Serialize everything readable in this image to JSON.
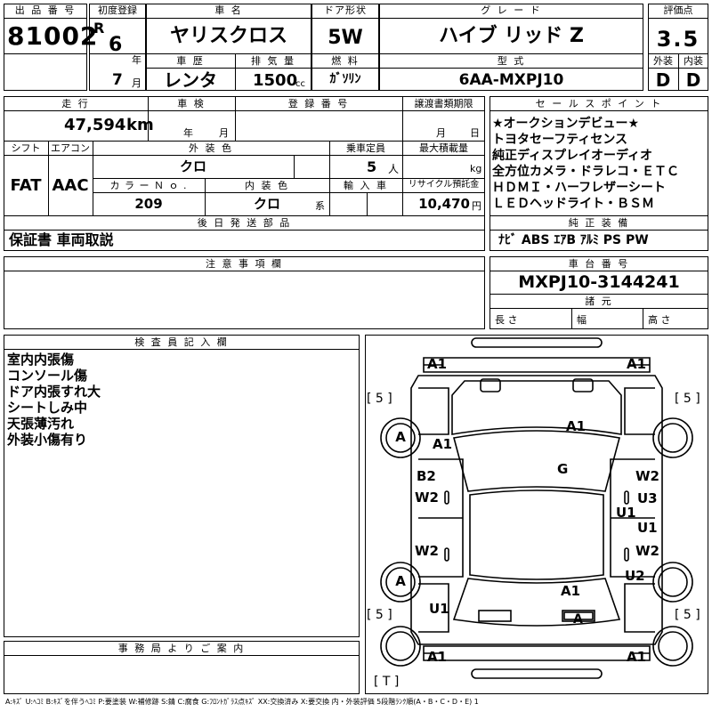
{
  "header": {
    "lot_label": "出 品 番 号",
    "lot_number": "81002",
    "first_reg_label": "初度登録",
    "era_mark": "R",
    "first_reg_year": "6",
    "year_unit": "年",
    "first_reg_month": "7",
    "month_unit": "月",
    "model_label": "車 名",
    "model_name": "ヤリスクロス",
    "door_label": "ドア形状",
    "door_type": "5W",
    "grade_label": "グ レ ー ド",
    "grade": "ハイブ リッド Z",
    "score_label": "評価点",
    "score": "3.5",
    "history_label": "車 歴",
    "history": "レンタ",
    "displacement_label": "排 気 量",
    "displacement": "1500",
    "displacement_unit": "cc",
    "fuel_label": "燃 料",
    "fuel": "ｶﾞｿﾘﾝ",
    "type_label": "型 式",
    "model_code": "6AA-MXPJ10",
    "exterior_label": "外装",
    "interior_label": "内装",
    "exterior_grade": "D",
    "interior_grade": "D"
  },
  "specs": {
    "mileage_label": "走 行",
    "mileage": "47,594",
    "mileage_unit": "km",
    "inspection_label": "車 検",
    "inspection_year_unit": "年",
    "inspection_month_unit": "月",
    "registration_label": "登 録 番 号",
    "transfer_label": "譲渡書類期限",
    "transfer_month_unit": "月",
    "transfer_day_unit": "日",
    "shift_label": "シフト",
    "shift": "FAT",
    "ac_label": "エアコン",
    "ac": "AAC",
    "ext_color_label": "外 装 色",
    "ext_color": "クロ",
    "capacity_label": "乗車定員",
    "capacity": "5",
    "capacity_unit": "人",
    "load_label": "最大積載量",
    "load_unit": "kg",
    "color_no_label": "カ ラ ー Ｎ ｏ .",
    "color_no": "209",
    "int_color_label": "内 装 色",
    "int_color": "クロ",
    "int_color_unit": "系",
    "import_label": "輸 入 車",
    "recycle_label": "リサイクル預託金",
    "recycle_fee": "10,470",
    "recycle_unit": "円",
    "later_items_label": "後 日 発 送 部 品",
    "later_items": "保証書 車両取説"
  },
  "sales_points": {
    "label": "セ ー ル ス ポ イ ン ト",
    "lines": [
      "★オークションデビュー★",
      "トヨタセーフティセンス",
      "純正ディスプレイオーディオ",
      "全方位カメラ・ドラレコ・ＥＴＣ",
      "ＨＤＭＩ・ハーフレザーシート",
      "ＬＥＤヘッドライト・ＢＳＭ"
    ]
  },
  "equipment": {
    "label": "純 正 装 備",
    "value": "ﾅﾋﾞ ABS ｴｱB ｱﾙﾐ PS PW"
  },
  "notes": {
    "label": "注 意 事 項 欄"
  },
  "chassis": {
    "label": "車 台 番 号",
    "number": "MXPJ10-3144241",
    "dims_label": "諸 元",
    "length_label": "長 さ",
    "width_label": "幅",
    "height_label": "高 さ"
  },
  "inspector": {
    "label": "検 査 員 記 入 欄",
    "lines": [
      "室内内張傷",
      "コンソール傷",
      "ドア内張すれ大",
      "シートしみ中",
      "天張薄汚れ",
      "外装小傷有り"
    ]
  },
  "diagram": {
    "marks": {
      "fl_corner": "A1",
      "fr_corner": "A1",
      "tire_fl": "5",
      "tire_fr": "5",
      "tire_rl": "5",
      "tire_rr": "5",
      "wheel_fl": "A",
      "hood_left": "A1",
      "hood_center": "A1",
      "windshield": "G",
      "left_front_door_1": "B2",
      "left_front_door_2": "W2",
      "left_rear_door": "W2",
      "right_front_door_1": "W2",
      "right_front_door_2": "U3",
      "right_pillar": "U1",
      "right_rear_door_1": "U1",
      "right_rear_door_2": "W2",
      "right_rear_quarter": "U2",
      "wheel_rl": "A",
      "rear_left": "U1",
      "rear_center": "A1",
      "rear_plate": "A",
      "rl_corner": "A1",
      "rr_corner": "A1",
      "spare": "T"
    }
  },
  "office": {
    "label": "事 務 局 よ り ご 案 内"
  },
  "legend": "A:ｷｽﾞ U:ﾍｺﾐ B:ｷｽﾞを伴うﾍｺﾐ P:要塗装 W:補修跡 S:錆 C:腐食 G:ﾌﾛﾝﾄｶﾞﾗｽ点ｷｽﾞ XX:交換済み X:要交換 内・外装評価 5段階ﾗﾝｸ順(A・B・C・D・E) 1"
}
